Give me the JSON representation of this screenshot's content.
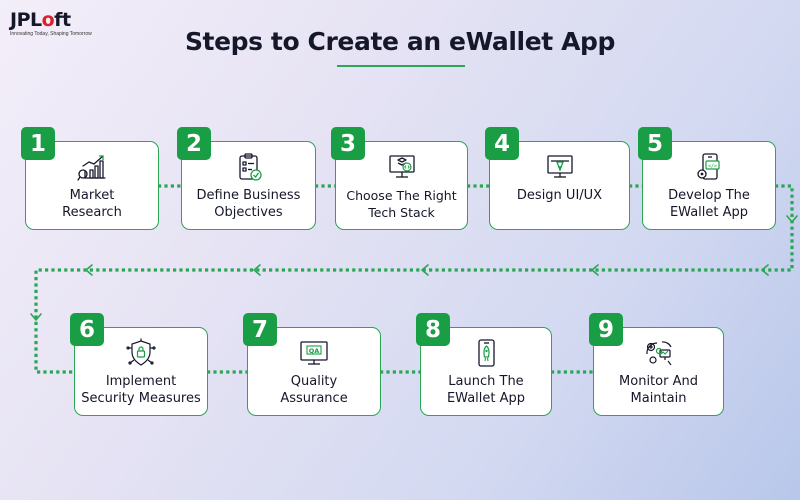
{
  "brand": {
    "name_prefix": "JPL",
    "name_accent": "o",
    "name_suffix": "ft",
    "tagline": "Innovating Today, Shaping Tomorrow"
  },
  "title": "Steps to Create an eWallet App",
  "colors": {
    "accent": "#1a9e45",
    "border": "#2aa654",
    "text": "#15172a",
    "logo_red": "#d8232a"
  },
  "steps": [
    {
      "number": "1",
      "label": "Market\nResearch",
      "icon": "market-research-chart-icon"
    },
    {
      "number": "2",
      "label": "Define Business\nObjectives",
      "icon": "clipboard-checklist-icon"
    },
    {
      "number": "3",
      "label": "Choose The Right\nTech Stack",
      "icon": "monitor-layers-code-icon"
    },
    {
      "number": "4",
      "label": "Design UI/UX",
      "icon": "design-monitor-pen-icon"
    },
    {
      "number": "5",
      "label": "Develop The\nEWallet App",
      "icon": "phone-code-gear-icon"
    },
    {
      "number": "6",
      "label": "Implement\nSecurity Measures",
      "icon": "shield-lock-network-icon"
    },
    {
      "number": "7",
      "label": "Quality\nAssurance",
      "icon": "qa-monitor-icon"
    },
    {
      "number": "8",
      "label": "Launch The\nEWallet App",
      "icon": "phone-rocket-icon"
    },
    {
      "number": "9",
      "label": "Monitor And\nMaintain",
      "icon": "monitor-gears-icon"
    }
  ]
}
